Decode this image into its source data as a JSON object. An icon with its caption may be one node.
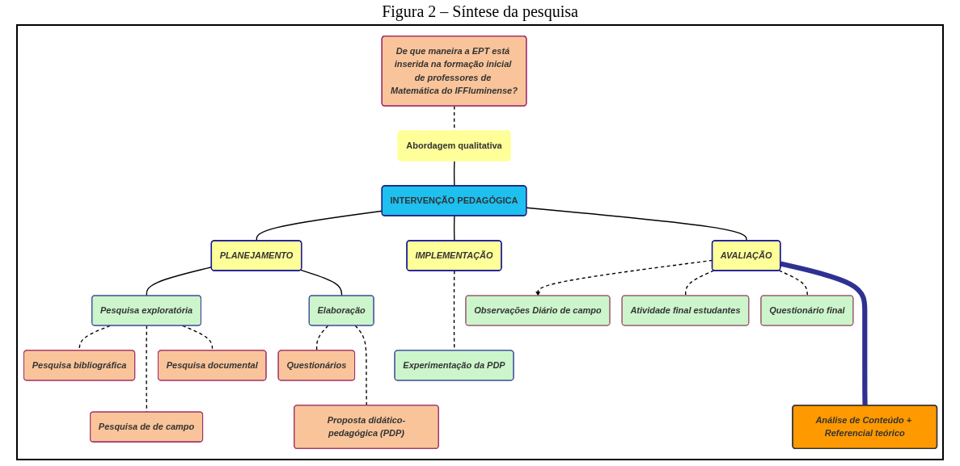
{
  "diagram": {
    "title": "Figura 2 – Síntese da pesquisa",
    "nodes": [
      {
        "text": [
          "De que maneira a EPT está inserida na formação inicial de professores de Matemática do IFFluminense?"
        ]
      },
      {
        "text": [
          "Abordagem qualitativa"
        ]
      },
      {
        "text": [
          "INTERVENÇÃO PEDAGÓGICA"
        ]
      },
      {
        "text": [
          "PLANEJAMENTO"
        ]
      },
      {
        "text": [
          "IMPLEMENTAÇÃO"
        ]
      },
      {
        "text": [
          "AVALIAÇÃO"
        ]
      },
      {
        "text": [
          "Pesquisa exploratória"
        ]
      },
      {
        "text": [
          "Elaboração"
        ]
      },
      {
        "text": [
          "Pesquisa bibliográfica"
        ]
      },
      {
        "text": [
          "Pesquisa documental"
        ]
      },
      {
        "text": [
          "Pesquisa de de campo"
        ]
      },
      {
        "text": [
          "Questionários"
        ]
      },
      {
        "text": [
          "Proposta didático-pedagógica (PDP)"
        ]
      },
      {
        "text": [
          "Experimentação da PDP"
        ]
      },
      {
        "text": [
          "Observações Diário de campo"
        ]
      },
      {
        "text": [
          "Atividade final estudantes"
        ]
      },
      {
        "text": [
          "Questionário final"
        ]
      },
      {
        "text": [
          "Análise de Conteúdo + Referencial teórico"
        ]
      }
    ],
    "edges": [
      {
        "from": 0,
        "to": 1,
        "arrow": "none",
        "style": "dashed"
      },
      {
        "from": 1,
        "to": 2,
        "arrow": "none"
      },
      {
        "from": 2,
        "to": 3,
        "arrow": "none"
      },
      {
        "from": 2,
        "to": 4,
        "arrow": "none"
      },
      {
        "from": 2,
        "to": 5,
        "arrow": "none"
      },
      {
        "from": 3,
        "to": 6,
        "arrow": "none"
      },
      {
        "from": 3,
        "to": 7,
        "arrow": "none"
      },
      {
        "from": 6,
        "to": 8,
        "arrow": "none",
        "style": "dashed"
      },
      {
        "from": 6,
        "to": 10,
        "arrow": "none",
        "style": "dashed"
      },
      {
        "from": 6,
        "to": 9,
        "arrow": "none",
        "style": "dashed"
      },
      {
        "from": 7,
        "to": 11,
        "arrow": "none",
        "style": "dashed"
      },
      {
        "from": 7,
        "to": 12,
        "arrow": "none",
        "style": "dashed"
      },
      {
        "from": 4,
        "to": 13,
        "arrow": "none",
        "style": "dashed"
      },
      {
        "from": 5,
        "to": 14,
        "arrow": "to",
        "style": "dashed"
      },
      {
        "from": 5,
        "to": 15,
        "arrow": "none",
        "style": "dashed"
      },
      {
        "from": 5,
        "to": 16,
        "arrow": "none",
        "style": "dashed"
      },
      {
        "from": 5,
        "to": 17,
        "arrow": "none",
        "style": "thick",
        "color": "#2e3192"
      }
    ]
  }
}
